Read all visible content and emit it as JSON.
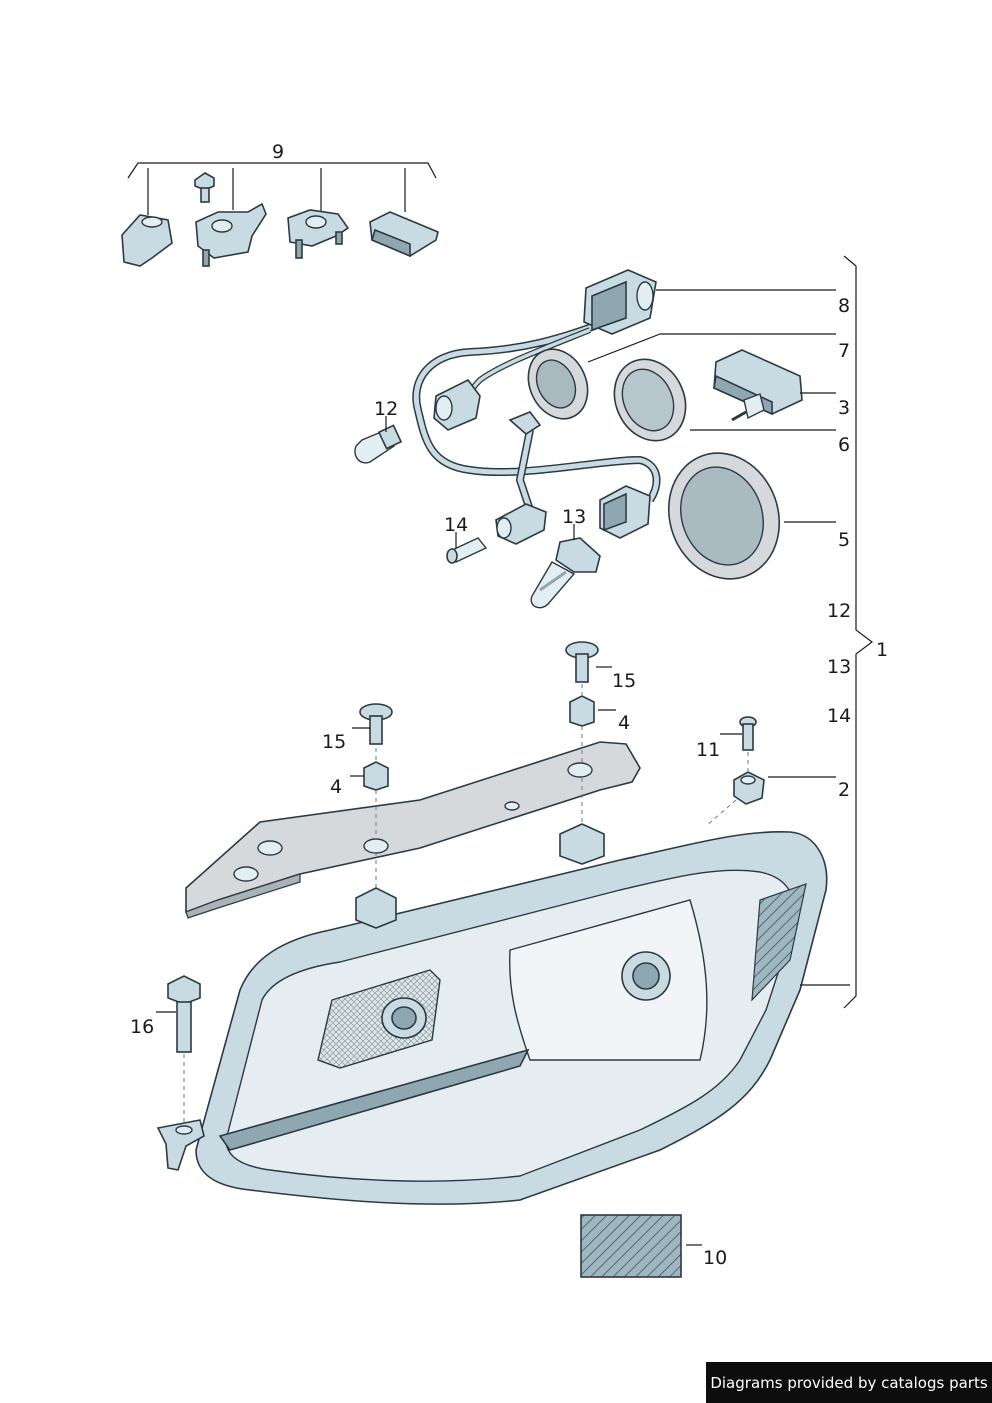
{
  "callouts": {
    "c1": "1",
    "c2": "2",
    "c3": "3",
    "c4a": "4",
    "c4b": "4",
    "c5": "5",
    "c6": "6",
    "c7": "7",
    "c8": "8",
    "c9": "9",
    "c10": "10",
    "c11": "11",
    "c12a": "12",
    "c12b": "12",
    "c13a": "13",
    "c13b": "13",
    "c14a": "14",
    "c14b": "14",
    "c15a": "15",
    "c15b": "15",
    "c16": "16"
  },
  "footer": {
    "credit": "Diagrams provided by catalogs parts"
  },
  "colors": {
    "part_fill": "#c9dbe2",
    "outline": "#2b3a42",
    "banner": "#0d0d0d"
  }
}
